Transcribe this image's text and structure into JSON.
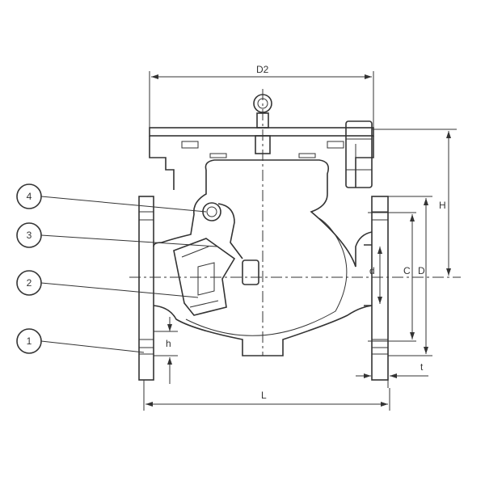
{
  "dimensions": {
    "D2": "D2",
    "H": "H",
    "d": "d",
    "C": "C",
    "D": "D",
    "t": "t",
    "h": "h",
    "L": "L"
  },
  "callouts": [
    "1",
    "2",
    "3",
    "4"
  ],
  "colors": {
    "line": "#333333",
    "background": "#ffffff"
  }
}
